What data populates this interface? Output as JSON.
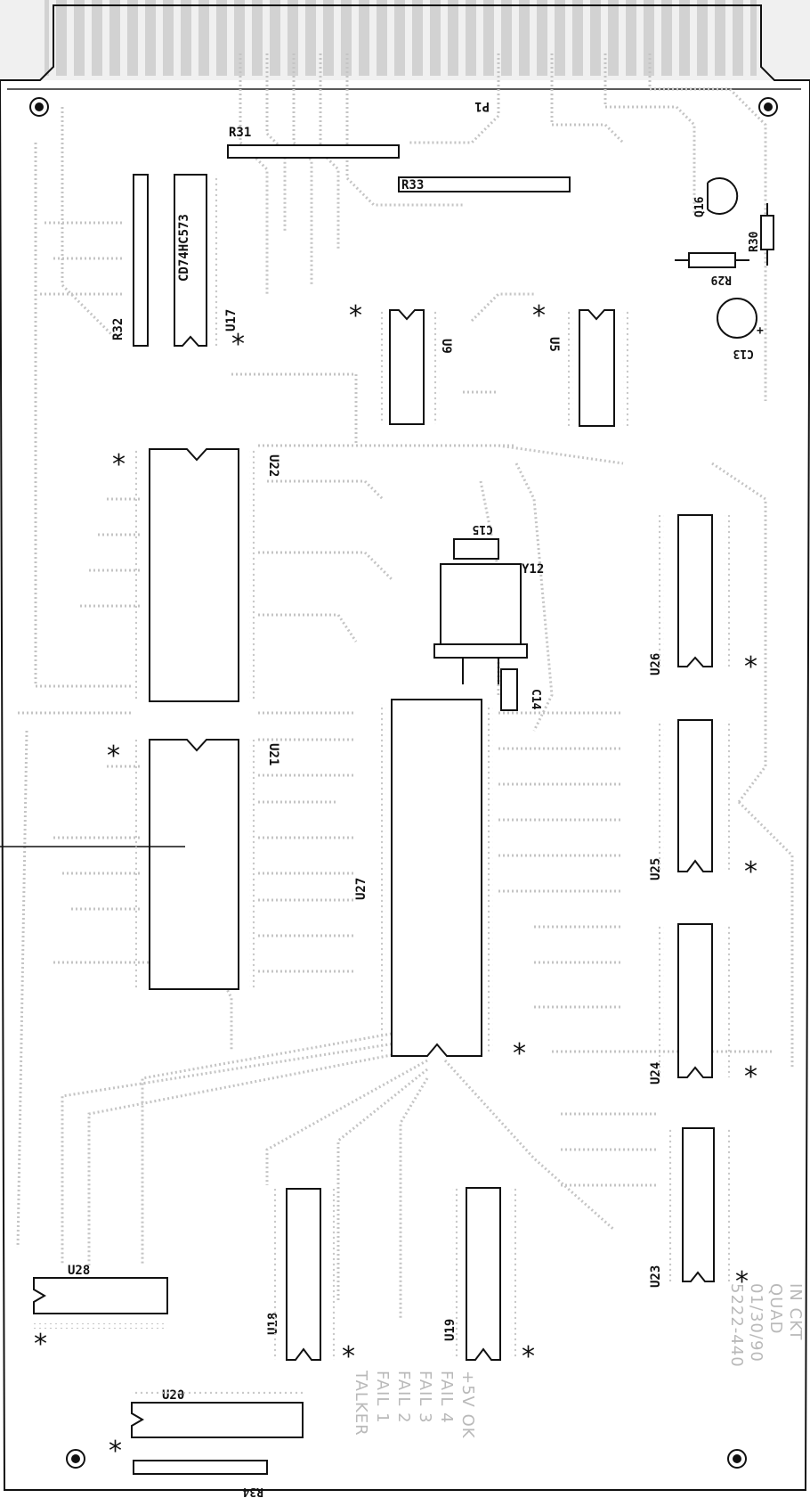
{
  "board": {
    "connector": "P1",
    "resistor_labels": [
      "R31",
      "R32",
      "R33",
      "R29",
      "R30",
      "R34"
    ],
    "transistor_label": "Q16",
    "capacitor_labels": [
      "C13",
      "C15",
      "C14"
    ],
    "crystal_label": "Y12",
    "part_number": "CD74HC573",
    "ic_labels": {
      "u17": "U17",
      "u9": "U9",
      "u5": "U5",
      "u22": "U22",
      "u21": "U21",
      "u27": "U27",
      "u26": "U26",
      "u25": "U25",
      "u24": "U24",
      "u23": "U23",
      "u28": "U28",
      "u18": "U18",
      "u19": "U19",
      "u20": "U20"
    },
    "led_silkscreen": [
      "+5V OK",
      "FAIL 4",
      "FAIL 3",
      "FAIL 2",
      "FAIL 1",
      "TALKER"
    ],
    "board_silkscreen": [
      "IN CKT",
      "QUAD",
      "01/30/90",
      "5222-440"
    ],
    "pin1_marker": "*"
  }
}
